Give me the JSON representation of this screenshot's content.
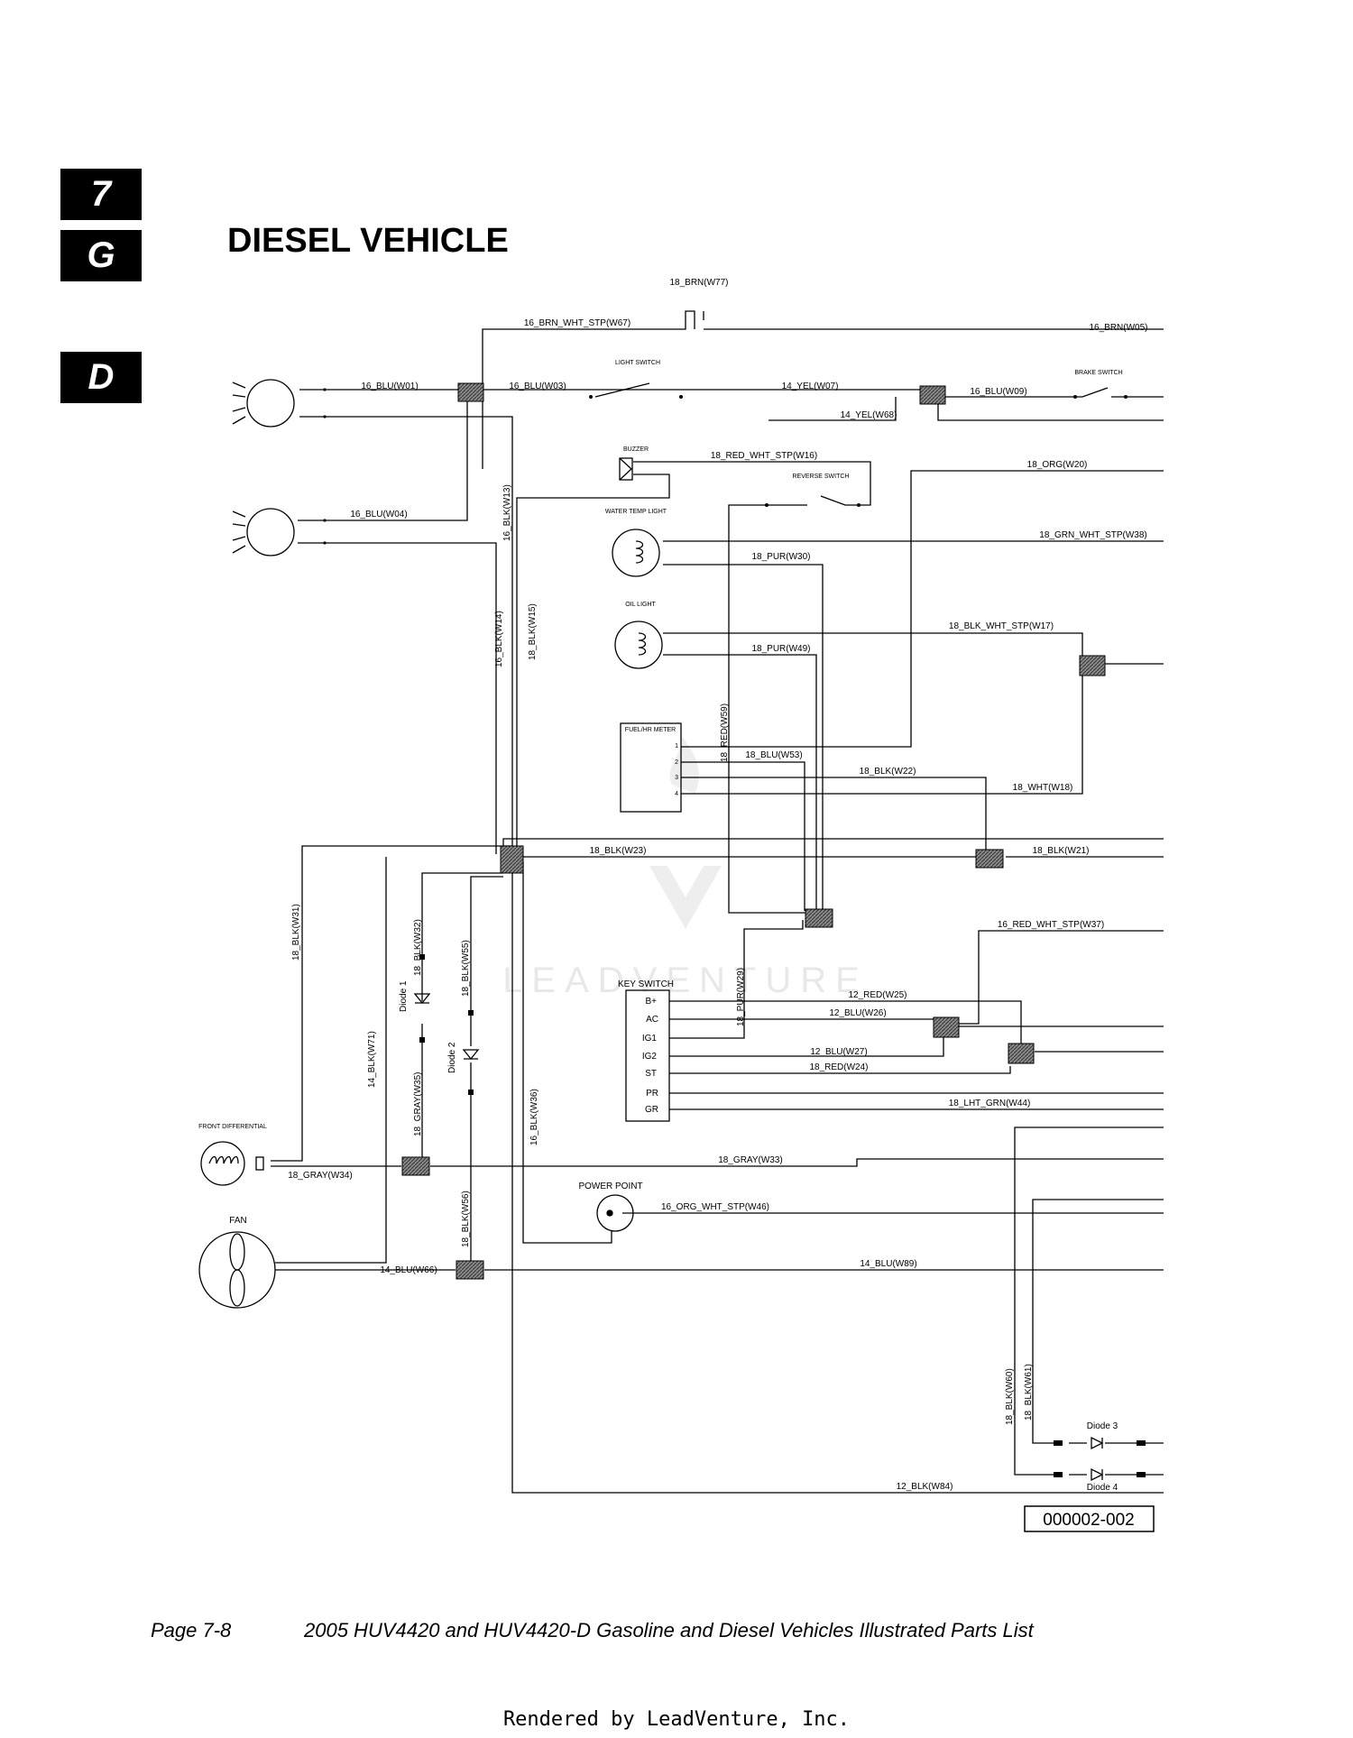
{
  "tabs": [
    "7",
    "G",
    "D"
  ],
  "title": "DIESEL VEHICLE",
  "watermark": "LEADVENTURE",
  "figure_id": "000002-002",
  "footer": {
    "page": "Page 7-8",
    "description": "2005 HUV4420 and HUV4420-D Gasoline and Diesel Vehicles Illustrated Parts List",
    "rendered_by": "Rendered by LeadVenture, Inc."
  },
  "components": {
    "light_switch": "LIGHT SWITCH",
    "brake_switch": "BRAKE SWITCH",
    "buzzer": "BUZZER",
    "reverse_switch": "REVERSE SWITCH",
    "water_temp_light": "WATER TEMP LIGHT",
    "oil_light": "OIL LIGHT",
    "fuel_hr_meter": "FUEL/HR METER",
    "key_switch": "KEY SWITCH",
    "front_differential": "FRONT DIFFERENTIAL",
    "fan": "FAN",
    "power_point": "POWER POINT",
    "diode_1": "Diode 1",
    "diode_2": "Diode 2",
    "diode_3": "Diode 3",
    "diode_4": "Diode 4"
  },
  "fuel_meter_pins": [
    "1",
    "2",
    "3",
    "4"
  ],
  "key_switch_pins": [
    "B+",
    "AC",
    "IG1",
    "IG2",
    "ST",
    "PR",
    "GR"
  ],
  "wires": {
    "w77": "18_BRN(W77)",
    "w67": "16_BRN_WHT_STP(W67)",
    "w05": "16_BRN(W05)",
    "w01": "16_BLU(W01)",
    "w03": "16_BLU(W03)",
    "w07": "14_YEL(W07)",
    "w09": "16_BLU(W09)",
    "w68": "14_YEL(W68)",
    "w16": "18_RED_WHT_STP(W16)",
    "w20": "18_ORG(W20)",
    "w04": "16_BLU(W04)",
    "w13": "16_BLK(W13)",
    "w38": "18_GRN_WHT_STP(W38)",
    "w30": "18_PUR(W30)",
    "w14": "16_BLK(W14)",
    "w15": "18_BLK(W15)",
    "w17": "18_BLK_WHT_STP(W17)",
    "w49": "18_PUR(W49)",
    "w59": "18_RED(W59)",
    "w53": "18_BLU(W53)",
    "w22": "18_BLK(W22)",
    "w18": "18_WHT(W18)",
    "w23": "18_BLK(W23)",
    "w21": "18_BLK(W21)",
    "w31": "18_BLK(W31)",
    "w32": "18_BLK(W32)",
    "w37": "16_RED_WHT_STP(W37)",
    "w55": "18_BLK(W55)",
    "w29": "18_PUR(W29)",
    "w25": "12_RED(W25)",
    "w26": "12_BLU(W26)",
    "w27": "12_BLU(W27)",
    "w24": "18_RED(W24)",
    "w44": "18_LHT_GRN(W44)",
    "w71": "14_BLK(W71)",
    "w35": "18_GRAY(W35)",
    "w36": "16_BLK(W36)",
    "w33": "18_GRAY(W33)",
    "w34": "18_GRAY(W34)",
    "w46": "16_ORG_WHT_STP(W46)",
    "w56": "18_BLK(W56)",
    "w66": "14_BLU(W66)",
    "w89": "14_BLU(W89)",
    "w60": "18_BLK(W60)",
    "w61": "18_BLK(W61)",
    "w84": "12_BLK(W84)"
  }
}
